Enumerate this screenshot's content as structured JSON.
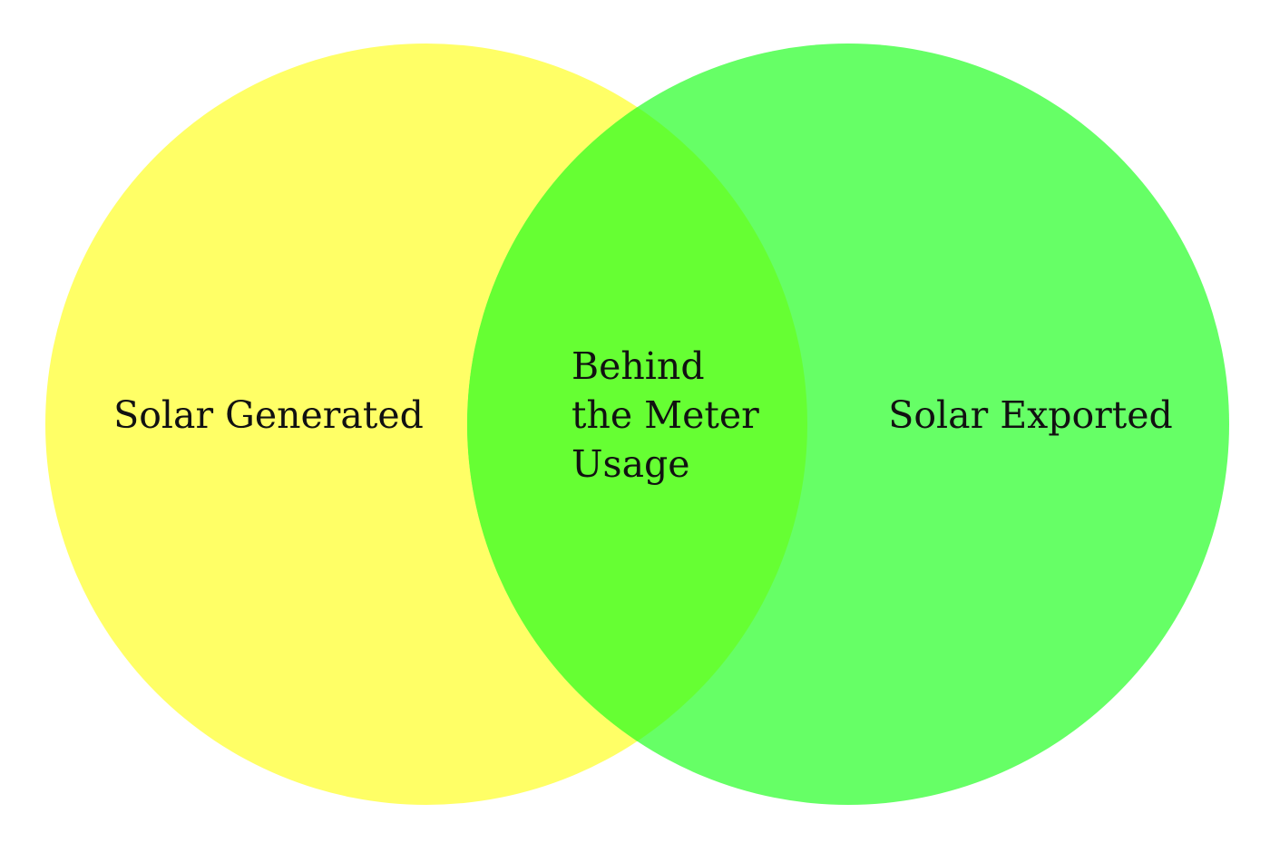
{
  "diagram": {
    "type": "venn",
    "sets": [
      {
        "id": "left",
        "label": "Solar Generated",
        "color": "#FFFF66"
      },
      {
        "id": "right",
        "label": "Solar Exported",
        "color": "#66FF66"
      }
    ],
    "intersection": {
      "label_lines": [
        "Behind",
        "the Meter",
        "Usage"
      ],
      "color": "#66FF33"
    },
    "background": "#FFFFFF"
  }
}
